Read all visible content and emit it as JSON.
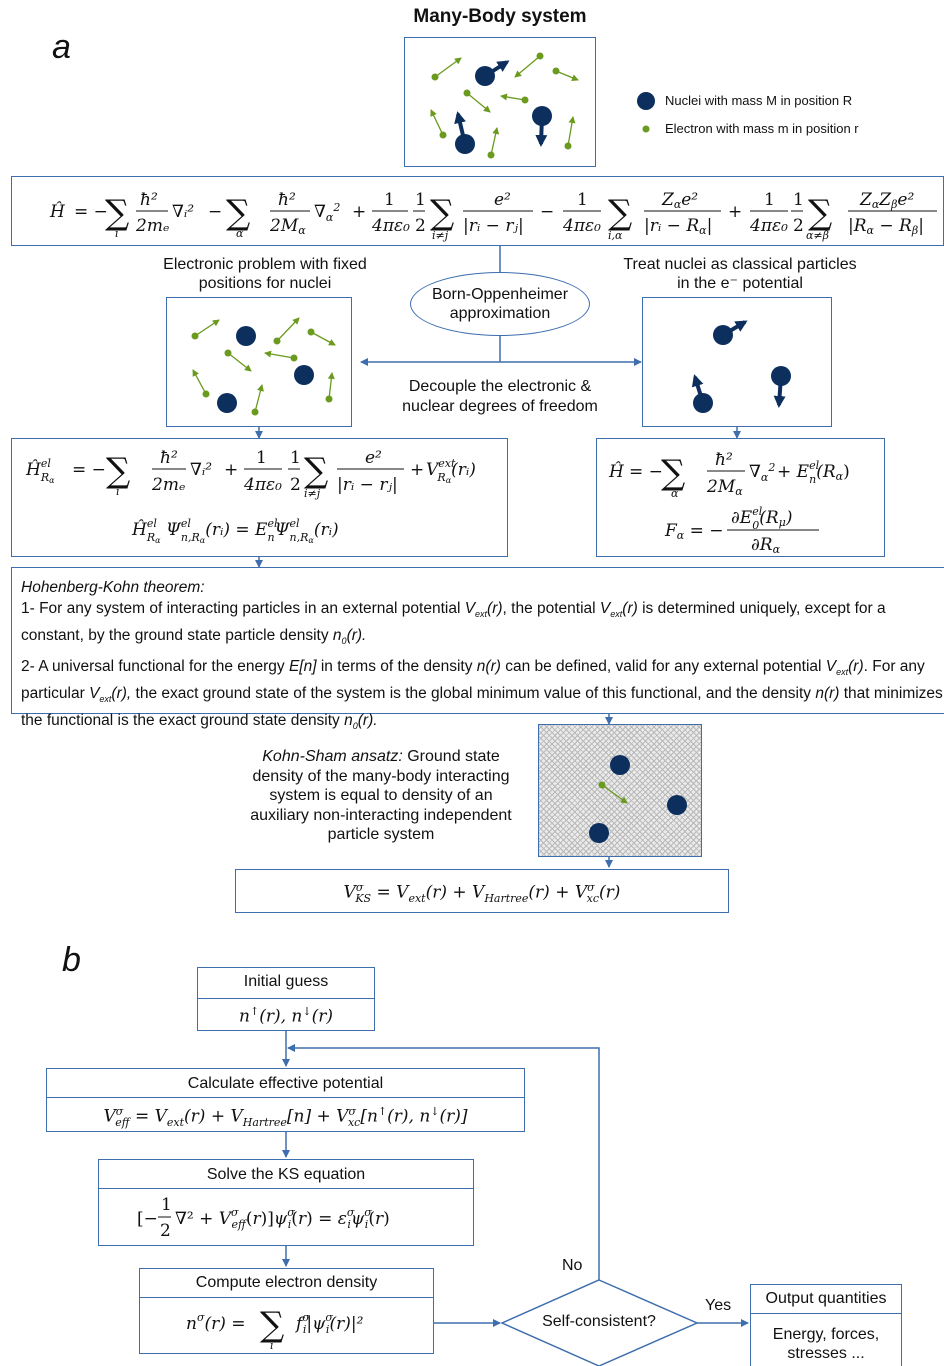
{
  "title": "Many-Body system",
  "panel_a_label": "a",
  "panel_b_label": "b",
  "legend": {
    "nuclei": "Nuclei with mass M in position R",
    "electron": "Electron with mass m in position r"
  },
  "hamiltonian_full": "Ĥ = −Σᵢ ħ²/2mₑ ∇ᵢ² − Σ_α ħ²/2M_α ∇_α² + 1/4πε₀ · 1/2 Σ_{i≠j} e²/|rᵢ − rⱼ| − 1/4πε₀ Σ_{i,α} Z_α e²/|rᵢ − R_α| + 1/4πε₀ · 1/2 Σ_{α≠β} Z_α Z_β e²/|R_α − R_β|",
  "electronic_problem": "Electronic problem with fixed positions for nuclei",
  "born_oppenheimer": "Born-Oppenheimer approximation",
  "classical_nuclei": "Treat nuclei as classical particles in the e⁻ potential",
  "decouple": "Decouple the electronic & nuclear degrees of freedom",
  "eq_electronic_1": "Ĥ^el_{R_α} = −Σᵢ ħ²/2mₑ ∇ᵢ² + 1/4πε₀ · 1/2 Σ_{i≠j} e²/|rᵢ − rⱼ| + V^ext_{R_α}(rᵢ)",
  "eq_electronic_2": "Ĥ^el_{R_α} Ψ^el_{n,R_α}(rᵢ) = E^el_n Ψ^el_{n,R_α}(rᵢ)",
  "eq_nuclear_1": "Ĥ = −Σ_α ħ²/2M_α ∇_α² + E^el_n(R_α)",
  "eq_nuclear_2": "F_α = −∂E^el_0(R_μ)/∂R_α",
  "hk": {
    "title": "Hohenberg-Kohn theorem:",
    "p1": "1- For any system of interacting particles in an external potential V_ext(r), the potential V_ext(r) is determined uniquely, except for a constant, by the ground state particle density n_0(r).",
    "p2": "2- A universal functional for the energy E[n] in terms of the density n(r) can be defined, valid for any external potential V_ext(r). For any particular V_ext(r), the exact ground state of the system is the global minimum value of this functional, and the density n(r) that minimizes the functional is the exact ground state density n_0(r)."
  },
  "kohn_sham": {
    "italic": "Kohn-Sham ansatz:",
    "text": " Ground state density of the many-body interacting system is equal to density of an auxiliary non-interacting independent particle system"
  },
  "ks_potential": "V^σ_KS = V_ext(r) + V_Hartree(r) + V^σ_xc(r)",
  "flow": {
    "initial_guess": "Initial guess",
    "initial_eq": "n↑(r), n↓(r)",
    "effective_potential": "Calculate effective potential",
    "effective_eq": "V^σ_eff = V_ext(r) + V_Hartree[n] + V^σ_xc[n↑(r), n↓(r)]",
    "solve_ks": "Solve the KS equation",
    "solve_eq": "[−1/2 ∇² + V^σ_eff(r)] ψ^σ_i(r) = ε^σ_i ψ^σ_i(r)",
    "compute_density": "Compute electron density",
    "density_eq": "n^σ(r) = Σᵢ f^σ_i |ψ^σ_i(r)|²",
    "self_consistent": "Self-consistent?",
    "no": "No",
    "yes": "Yes",
    "output": "Output quantities",
    "output_items": "Energy, forces, stresses ..."
  },
  "colors": {
    "box": "#3f6eae",
    "nucleus": "#0d2f5e",
    "electron": "#6a9a1e"
  }
}
